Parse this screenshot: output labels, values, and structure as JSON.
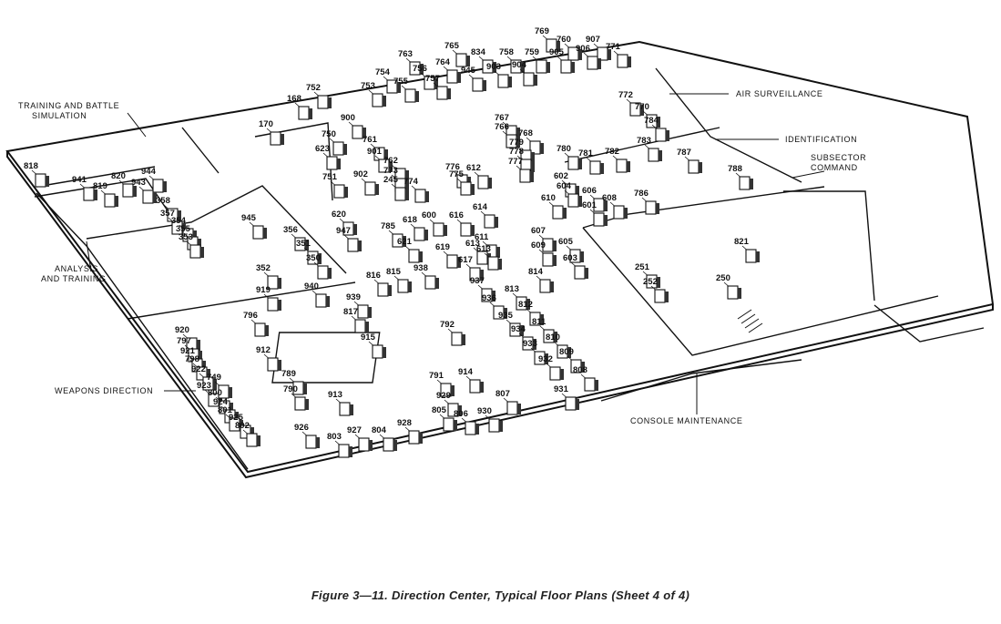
{
  "areas": {
    "training_line1": "TRAINING AND BATTLE",
    "training_line2": "SIMULATION",
    "air_surveillance": "AIR SURVEILLANCE",
    "identification": "IDENTIFICATION",
    "subsector_line1": "SUBSECTOR",
    "subsector_line2": "COMMAND",
    "analysis_line1": "ANALYSIS",
    "analysis_line2": "AND TRAINING",
    "weapons_direction": "WEAPONS DIRECTION",
    "console_maintenance": "CONSOLE MAINTENANCE"
  },
  "equipment_numbers": [
    "769",
    "760",
    "907",
    "765",
    "834",
    "758",
    "759",
    "905",
    "906",
    "771",
    "763",
    "756",
    "764",
    "754",
    "755",
    "757",
    "945",
    "903",
    "904",
    "752",
    "753",
    "772",
    "770",
    "168",
    "900",
    "767",
    "766",
    "768",
    "784",
    "750",
    "761",
    "779",
    "783",
    "623",
    "901",
    "778",
    "780",
    "781",
    "782",
    "762",
    "776",
    "612",
    "777",
    "773",
    "775",
    "602",
    "902",
    "751",
    "245",
    "774",
    "604",
    "606",
    "608",
    "610",
    "601",
    "614",
    "620",
    "618",
    "600",
    "616",
    "785",
    "947",
    "607",
    "605",
    "611",
    "621",
    "613",
    "609",
    "619",
    "613",
    "603",
    "617",
    "814",
    "938",
    "937",
    "816",
    "815",
    "940",
    "919",
    "813",
    "936",
    "939",
    "817",
    "812",
    "796",
    "935",
    "811",
    "792",
    "934",
    "920",
    "797",
    "810",
    "915",
    "933",
    "921",
    "798",
    "912",
    "809",
    "922",
    "932",
    "789",
    "791",
    "914",
    "808",
    "923",
    "800",
    "913",
    "929",
    "807",
    "931",
    "924",
    "801",
    "805",
    "806",
    "930",
    "925",
    "802",
    "926",
    "928",
    "927",
    "804",
    "803",
    "818",
    "941",
    "819",
    "820",
    "944",
    "943",
    "358",
    "357",
    "354",
    "355",
    "353",
    "945",
    "356",
    "351",
    "350",
    "352",
    "251",
    "252",
    "250",
    "821",
    "786",
    "787",
    "788",
    "170",
    "749",
    "790"
  ],
  "caption": "Figure 3—11. Direction Center, Typical Floor Plans (Sheet 4 of 4)"
}
